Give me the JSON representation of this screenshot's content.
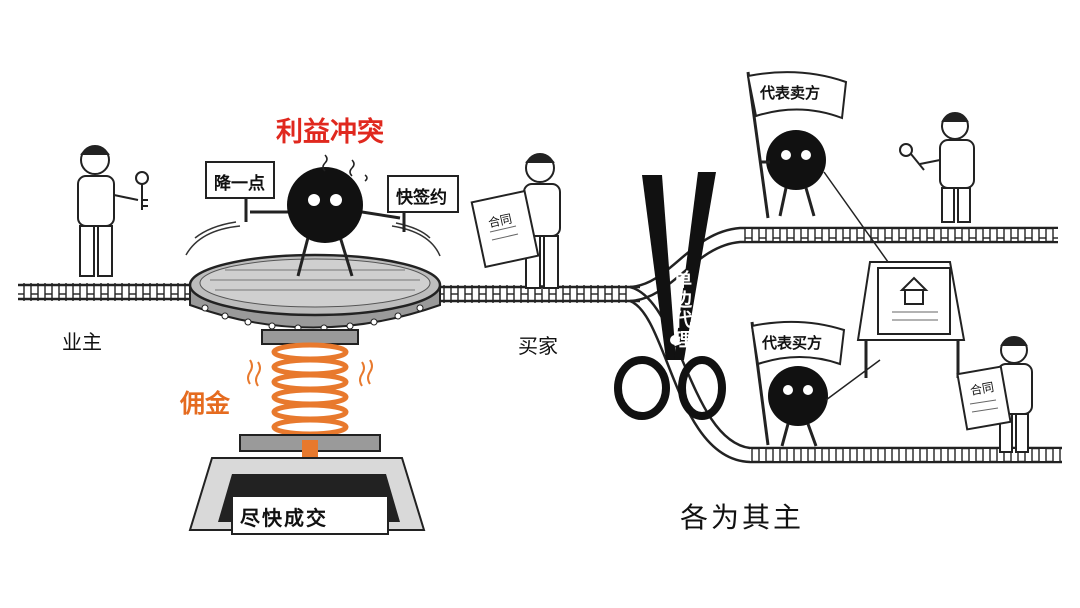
{
  "labels": {
    "conflict_title": "利益冲突",
    "commission": "佣金",
    "owner": "业主",
    "buyer": "买家",
    "sign_lower": "降一点",
    "sign_deal": "快签约",
    "close_deal": "尽快成交",
    "contract_left": "合同",
    "scissors_text": "单边代理",
    "flag_seller": "代表卖方",
    "flag_buyer": "代表买方",
    "contract_right": "合同",
    "each_serves": "各为其主"
  },
  "colors": {
    "conflict_red": "#e0281e",
    "commission_orange": "#e56b1f",
    "spring_orange": "#e8792d",
    "ink": "#111111"
  },
  "icons": [
    "key-icon",
    "house-icon",
    "scissors-icon",
    "spring-icon",
    "arrow-down-icon"
  ]
}
